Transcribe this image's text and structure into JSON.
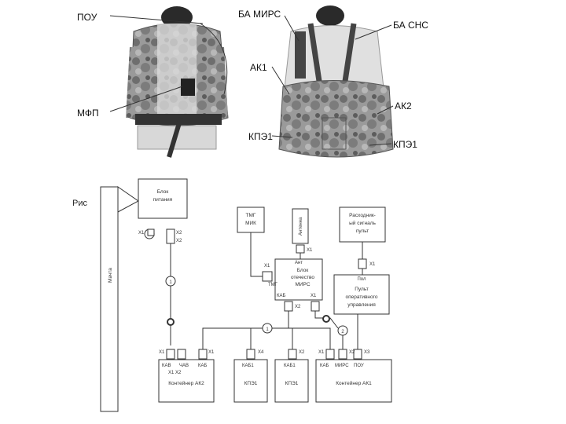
{
  "photo": {
    "callouts": {
      "pou": "ПОУ",
      "mfp": "МФП",
      "ba_mirs": "БА МИРС",
      "ba_sns": "БА СНС",
      "ak1": "АК1",
      "ak2": "АК2",
      "kpe1_left": "КПЭ1",
      "kpe1_right": "КПЭ1"
    }
  },
  "diagram": {
    "fig_label": "Рис",
    "mast": "Мачта",
    "blocks": {
      "power_block": [
        "Блок",
        "питания"
      ],
      "tmg": [
        "ТМГ",
        "МИК"
      ],
      "antenna": "Антенна",
      "remote": [
        "Расходник-",
        "ый сигналь",
        "пульт"
      ],
      "mirs": [
        "Блок",
        "отечество",
        "МИРС"
      ],
      "control_panel": [
        "Пульт",
        "оперативного",
        "управления"
      ],
      "ak2": "Контейнер АК2",
      "kpe1_a": "КПЭ1",
      "kpe1_b": "КПЭ1",
      "ak1": "Контейнер АК1"
    },
    "ports": {
      "x1": "X1",
      "x2": "X2",
      "x3": "X3",
      "x4": "X4",
      "x1_x2": "X1 X2",
      "ant": "Ант",
      "tmg": "ТМГ",
      "kab": "КАБ",
      "kab1": "КАБ1",
      "kav": "КАВ",
      "chav": "ЧАВ",
      "mirs": "МИРС",
      "pou": "ПОУ",
      "pou_port": "Пол"
    },
    "markers": {
      "m1": "1",
      "m2": "1",
      "m3": "2"
    }
  }
}
